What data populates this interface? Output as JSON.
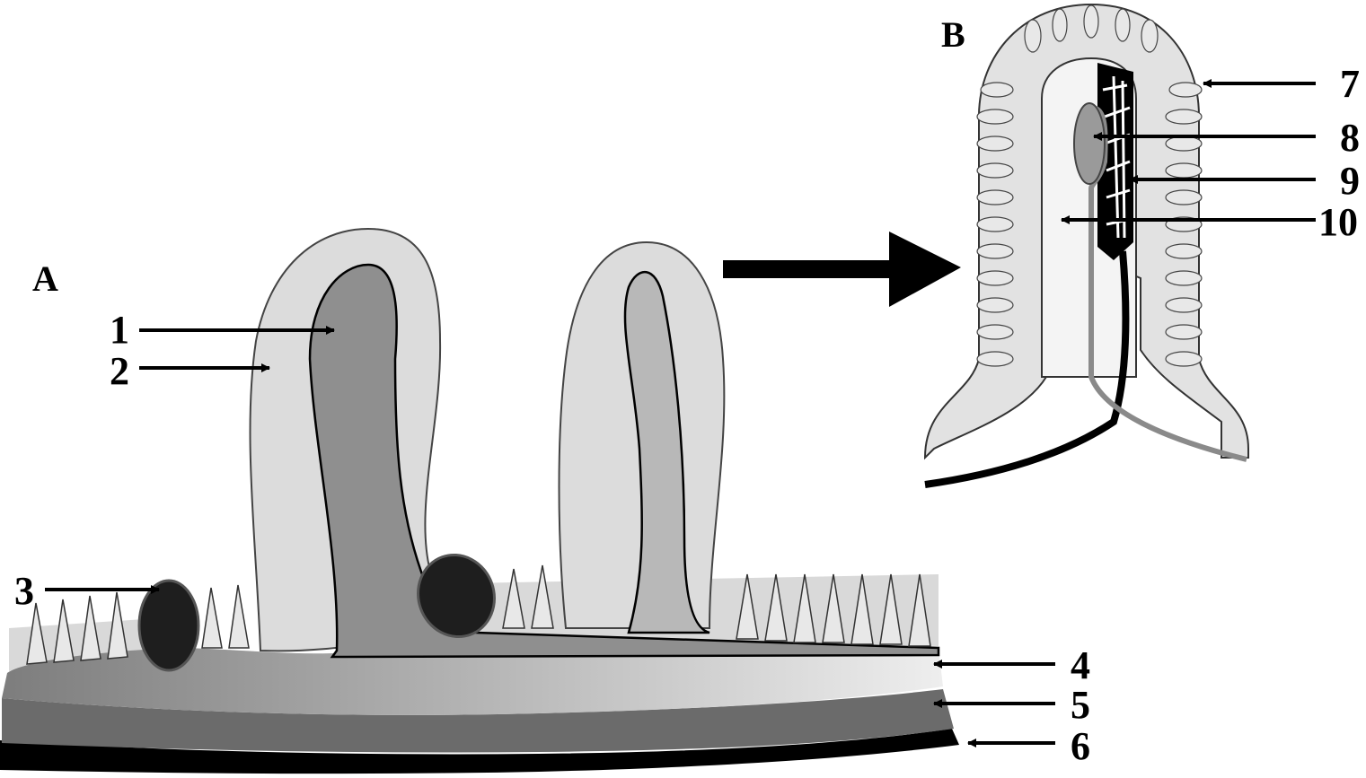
{
  "panels": {
    "a": "A",
    "b": "B"
  },
  "labels": [
    "1",
    "2",
    "3",
    "4",
    "5",
    "6",
    "7",
    "8",
    "9",
    "10"
  ],
  "colors": {
    "core_dark": "#8f8f8f",
    "core_light": "#c8c8c8",
    "epithelium": "#d9d9d9",
    "submucosa": "#e6e6e6",
    "muscularis": "#6b6b6b",
    "serosa": "#000000",
    "lymph_nodule": "#1e1e1e",
    "lacteal": "#9a9a9a"
  }
}
